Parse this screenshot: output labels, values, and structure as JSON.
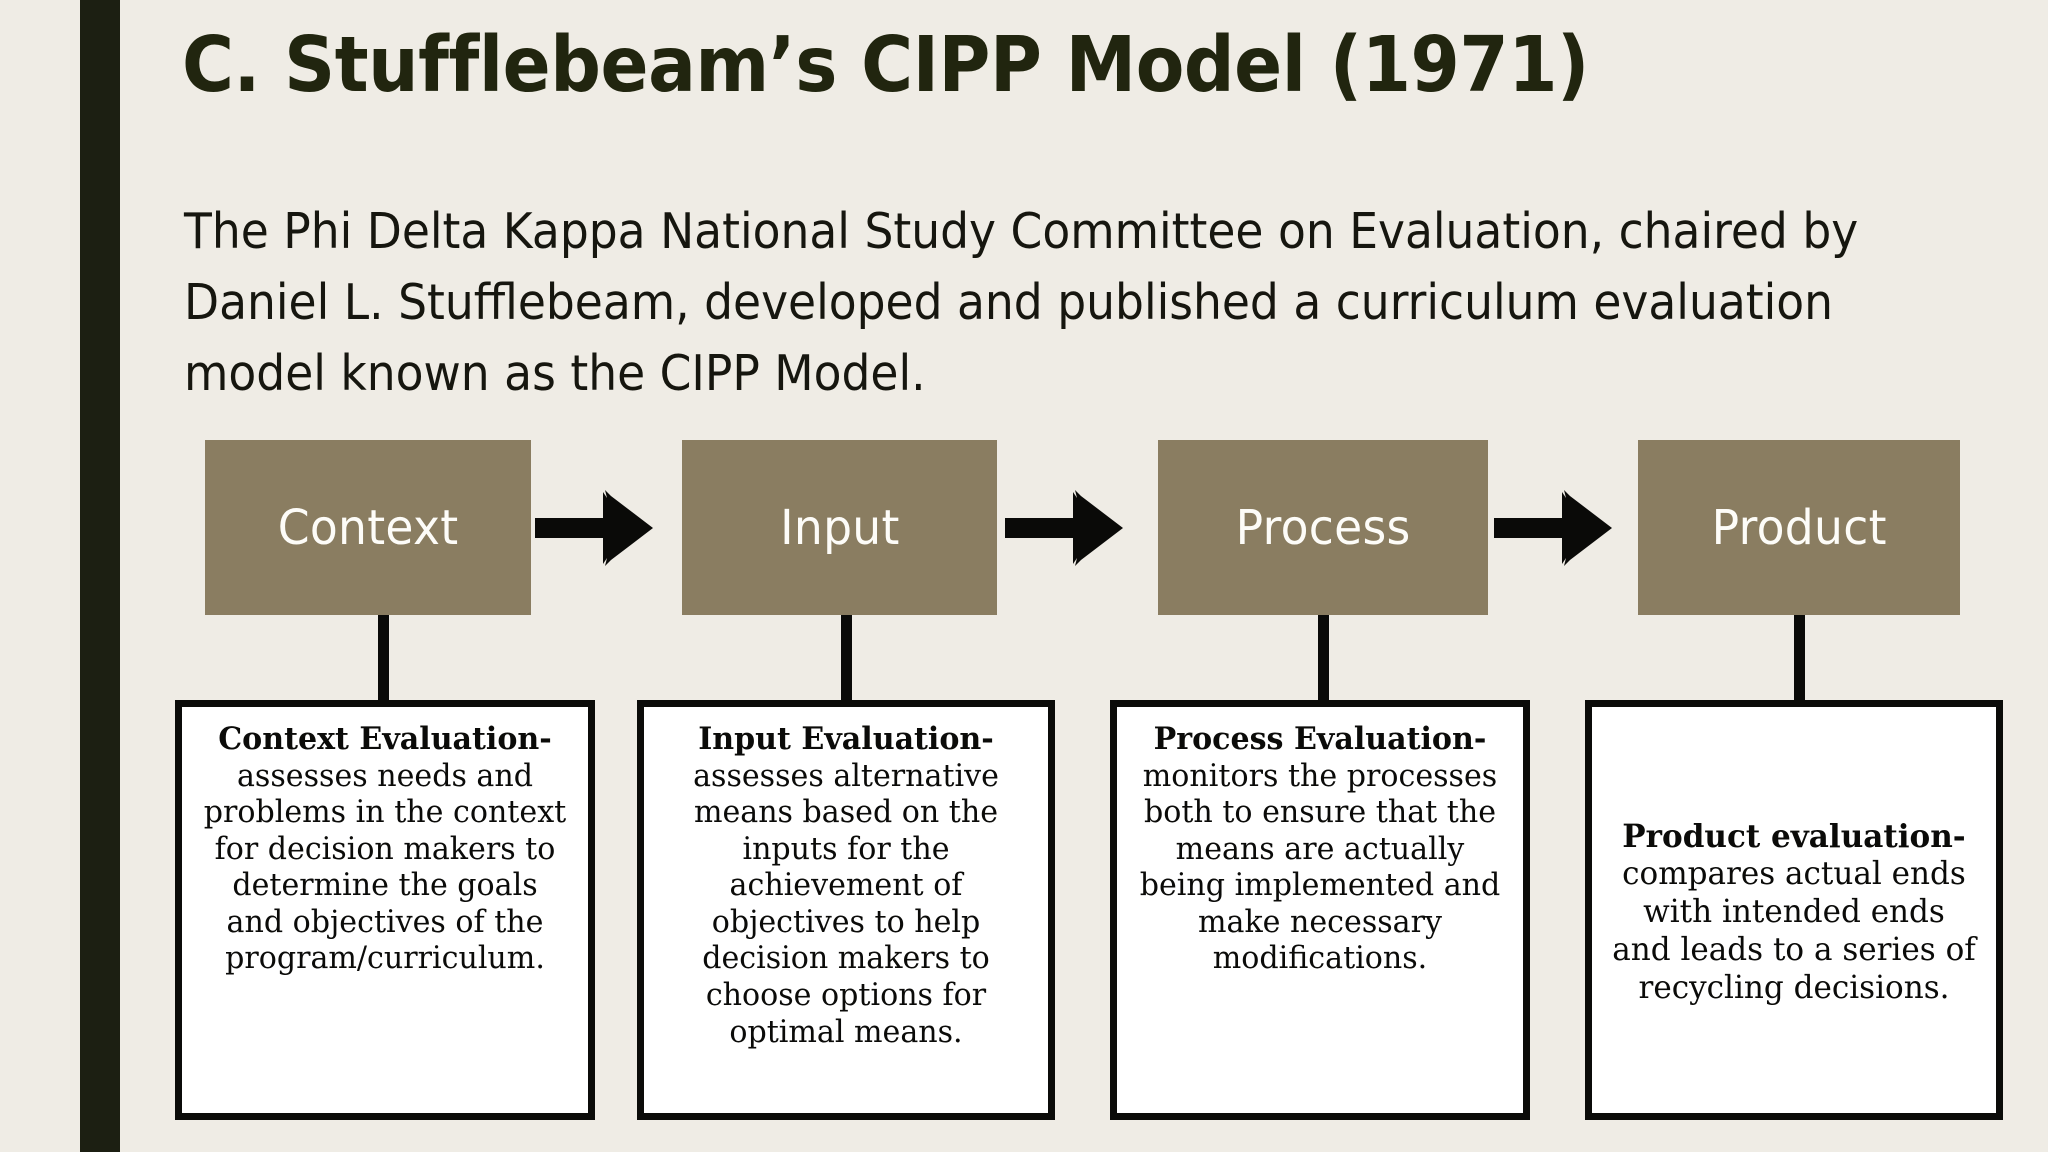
{
  "slide": {
    "title": "C. Stufflebeam’s CIPP Model (1971)",
    "intro": "The Phi Delta Kappa National Study Committee on Evaluation, chaired by Daniel L. Stufflebeam, developed and published a curriculum evaluation model known as the CIPP Model.",
    "colors": {
      "background": "#efece5",
      "accent_bar": "#1c1f12",
      "stage_box": "#8a7d61",
      "stage_label": "#fdfcf8",
      "outline": "#0b0b09",
      "title_text": "#21250f"
    }
  },
  "stages": [
    {
      "label": "Context"
    },
    {
      "label": "Input"
    },
    {
      "label": "Process"
    },
    {
      "label": "Product"
    }
  ],
  "arrows": [
    {
      "name": "arrow-context-to-input"
    },
    {
      "name": "arrow-input-to-process"
    },
    {
      "name": "arrow-process-to-product"
    }
  ],
  "descriptions": [
    {
      "lead": "Context Evaluation-",
      "body": "assesses needs and problems in the context for decision makers to determine the goals and objectives of the program/curriculum."
    },
    {
      "lead": "Input Evaluation-",
      "body": "assesses alternative means based on the inputs for the achievement of objectives to help decision makers to choose options for optimal means."
    },
    {
      "lead": "Process Evaluation-",
      "body": "monitors the processes both to ensure that the means are actually being implemented and make necessary modifications."
    },
    {
      "lead": "Product evaluation-",
      "body": "compares actual ends with intended ends and leads to a series of recycling decisions."
    }
  ]
}
